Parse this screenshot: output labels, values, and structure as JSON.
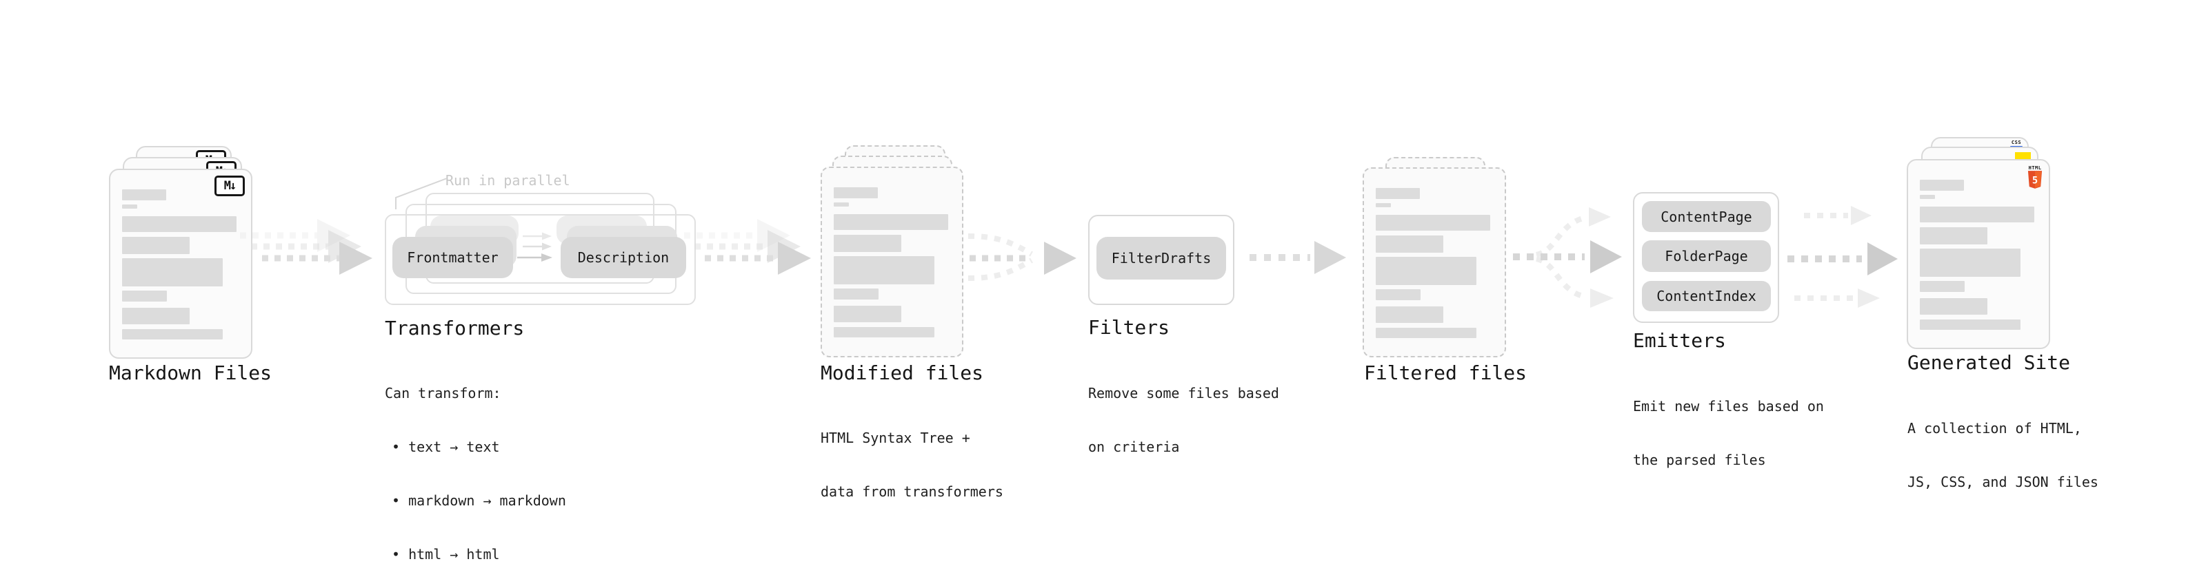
{
  "markdown": {
    "label": "Markdown Files",
    "badge": "M↓"
  },
  "transformers": {
    "label": "Transformers",
    "callout": "Run in parallel",
    "pill_frontmatter": "Frontmatter",
    "pill_description": "Description",
    "desc_heading": "Can transform:",
    "bullets": [
      "• text → text",
      "• markdown → markdown",
      "• html → html"
    ]
  },
  "modified": {
    "label": "Modified files",
    "desc_line1": "HTML Syntax Tree +",
    "desc_line2": "data from transformers"
  },
  "filters": {
    "label": "Filters",
    "pill": "FilterDrafts",
    "desc_line1": "Remove some files based",
    "desc_line2": "on criteria"
  },
  "filtered": {
    "label": "Filtered files"
  },
  "emitters": {
    "label": "Emitters",
    "pills": [
      "ContentPage",
      "FolderPage",
      "ContentIndex"
    ],
    "desc_line1": "Emit new files based on",
    "desc_line2": "the parsed files"
  },
  "generated": {
    "label": "Generated Site",
    "badge_css": "CSS",
    "badge_html_text": "HTML",
    "badge_html_number": "5",
    "desc_line1": "A collection of HTML,",
    "desc_line2": "JS, CSS, and JSON files"
  },
  "colors": {
    "html5_orange": "#E44D26",
    "html5_orange_light": "#F16529",
    "js_yellow": "#FFE000",
    "css_blue": "#2760E6",
    "arrow_gray": "#dedede",
    "arrow_dark": "#cfcfcf",
    "arrow_light": "#ededed"
  }
}
